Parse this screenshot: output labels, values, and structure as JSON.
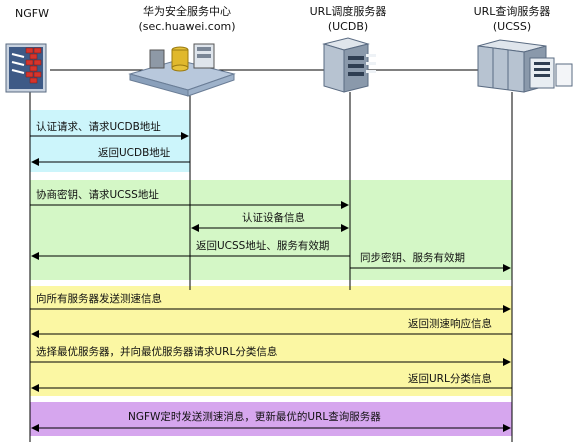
{
  "participants": [
    {
      "name": "NGFW",
      "sub": ""
    },
    {
      "name": "华为安全服务中心",
      "sub": "(sec.huawei.com)"
    },
    {
      "name": "URL调度服务器",
      "sub": "(UCDB)"
    },
    {
      "name": "URL查询服务器",
      "sub": "(UCSS)"
    }
  ],
  "icons": [
    "firewall-icon",
    "security-center-server-icon",
    "ucdb-server-icon",
    "ucss-server-icon"
  ],
  "band_colors": {
    "cyan": "#ccf5fb",
    "green": "#d4f7c6",
    "yellow": "#fbf7a3",
    "purple": "#d6a6ee"
  },
  "messages": [
    {
      "text": "认证请求、请求UCDB地址"
    },
    {
      "text": "返回UCDB地址"
    },
    {
      "text": "协商密钥、请求UCSS地址"
    },
    {
      "text": "认证设备信息"
    },
    {
      "text": "返回UCSS地址、服务有效期"
    },
    {
      "text": "同步密钥、服务有效期"
    },
    {
      "text": "向所有服务器发送测速信息"
    },
    {
      "text": "返回测速响应信息"
    },
    {
      "text": "选择最优服务器，并向最优服务器请求URL分类信息"
    },
    {
      "text": "返回URL分类信息"
    },
    {
      "text": "NGFW定时发送测速消息，更新最优的URL查询服务器"
    }
  ]
}
